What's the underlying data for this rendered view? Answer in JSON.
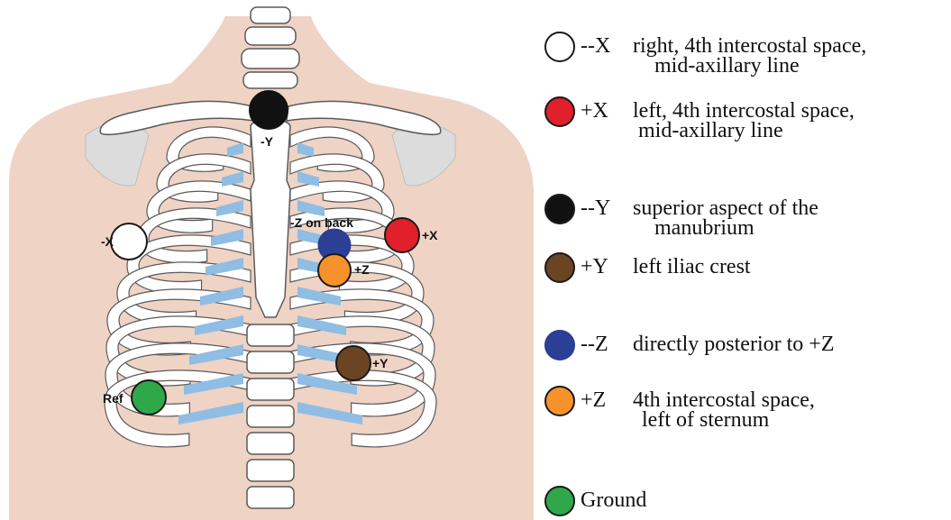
{
  "markers": [
    {
      "id": "neg-x",
      "label": "-X",
      "color": "#ffffff"
    },
    {
      "id": "pos-x",
      "label": "+X",
      "color": "#e0202a"
    },
    {
      "id": "neg-y",
      "label": "-Y",
      "color": "#111111"
    },
    {
      "id": "pos-y",
      "label": "+Y",
      "color": "#6b4423"
    },
    {
      "id": "neg-z",
      "label": "-Z on back",
      "color": "#2b3f94"
    },
    {
      "id": "pos-z",
      "label": "+Z",
      "color": "#f7922a"
    },
    {
      "id": "ref",
      "label": "Ref",
      "color": "#2fa84a"
    }
  ],
  "legend": [
    {
      "code": "--X",
      "line1": "right, 4th intercostal space,",
      "line2": "mid-axillary line",
      "color": "#ffffff"
    },
    {
      "code": "+X",
      "line1": "left, 4th intercostal space,",
      "line2": "mid-axillary line",
      "color": "#e0202a"
    },
    {
      "code": "--Y",
      "line1": "superior aspect of the",
      "line2": "manubrium",
      "color": "#111111"
    },
    {
      "code": "+Y",
      "line1": "left iliac crest",
      "line2": "",
      "color": "#6b4423"
    },
    {
      "code": "--Z",
      "line1": "directly posterior to +Z",
      "line2": "",
      "color": "#2b3f94"
    },
    {
      "code": "+Z",
      "line1": "4th intercostal space,",
      "line2": "left of sternum",
      "color": "#f7922a"
    },
    {
      "code": "",
      "line1": "Ground",
      "line2": "",
      "color": "#2fa84a"
    }
  ],
  "colors": {
    "skin": "#efd3c5",
    "bone": "#ffffff",
    "bone_outline": "#5a5a5a",
    "cartilage": "#8fbde3",
    "scapula": "#dcdcdc"
  }
}
